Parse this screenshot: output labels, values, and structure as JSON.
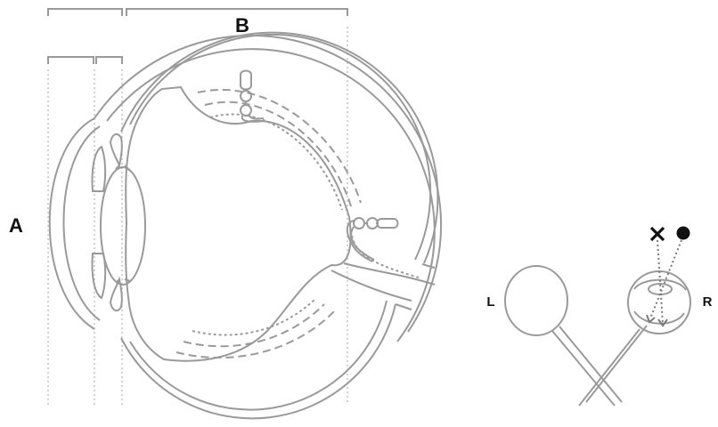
{
  "labels": {
    "a": "A",
    "b": "B",
    "left": "L",
    "right": "R"
  },
  "colors": {
    "line": "#9a9a9a",
    "dark_line": "#7a7a7a",
    "guide": "#c4c4c4",
    "text": "#111111",
    "marker": "#111111"
  },
  "icons": {
    "cross_marker": "x-mark-icon",
    "dot_marker": "filled-circle-icon"
  }
}
